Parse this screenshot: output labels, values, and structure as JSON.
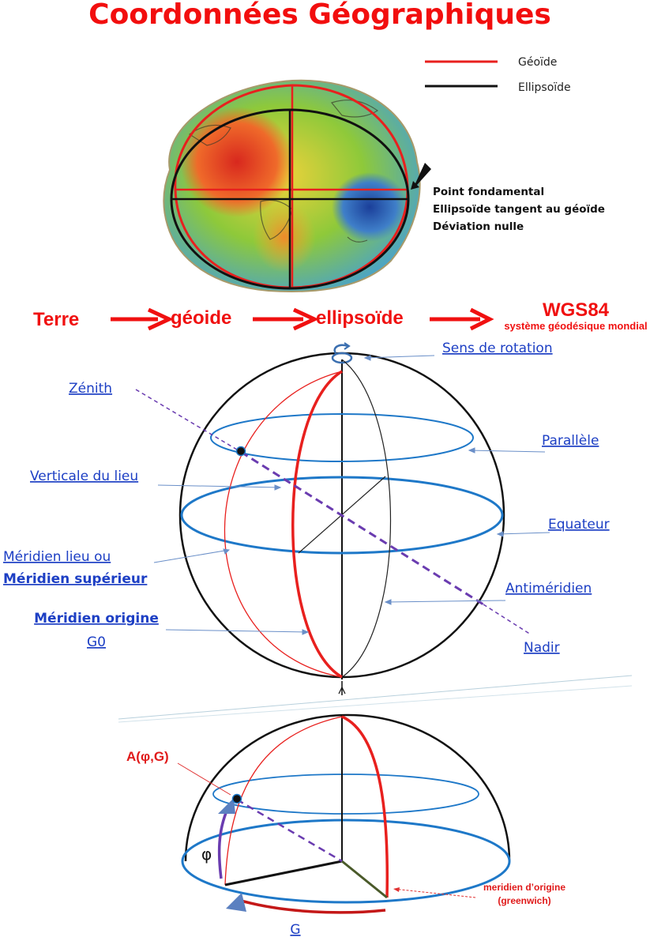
{
  "title": "Coordonnées Géographiques",
  "legend": {
    "items": [
      {
        "label": "Géoïde",
        "color": "#e8201e"
      },
      {
        "label": "Ellipsoïde",
        "color": "#111111"
      }
    ]
  },
  "point_fondamental": {
    "lines": [
      "Point fondamental",
      "Ellipsoïde tangent au géoïde",
      "Déviation nulle"
    ]
  },
  "flow": {
    "steps": [
      "Terre",
      "géoide",
      "ellipsoïde",
      "WGS84"
    ],
    "subtitle": "système géodésique mondial"
  },
  "sphere_labels": {
    "sens_rotation": "Sens de rotation",
    "zenith": "Zénith",
    "parallele": "Parallèle",
    "verticale": "Verticale du lieu",
    "equateur": "Equateur",
    "meridien_lieu_1": "Méridien lieu ou",
    "meridien_lieu_2": "Méridien supérieur",
    "antimeridien": "Antiméridien",
    "meridien_origine_1": "Méridien origine",
    "meridien_origine_2": "G0",
    "nadir": "Nadir"
  },
  "hemisphere_labels": {
    "point_a": "A(φ,G)",
    "phi": "φ",
    "meridien_origine_1": "meridien d’origine",
    "meridien_origine_2": "(greenwich)",
    "g": "G"
  },
  "colors": {
    "red": "#e8201e",
    "blue": "#1e78c8",
    "purple": "#6a3cb0",
    "label_blue": "#1d3fc4"
  }
}
